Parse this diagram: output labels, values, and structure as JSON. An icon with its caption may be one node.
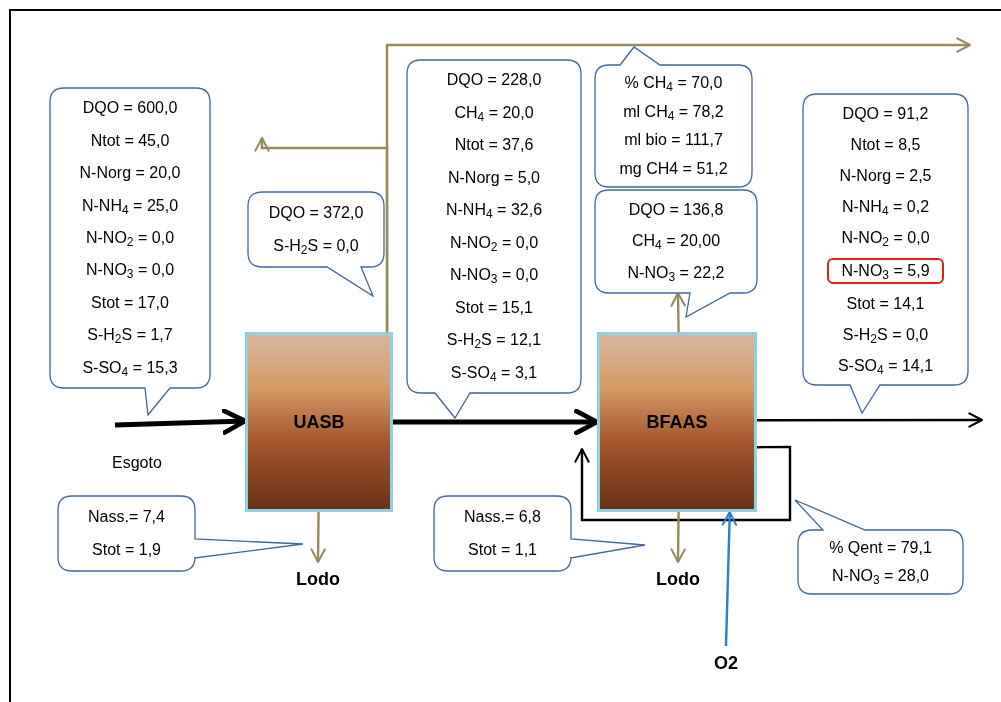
{
  "diagram": {
    "nodes": [
      {
        "text": [
          "UASB"
        ]
      },
      {
        "text": [
          "BFAAS"
        ]
      },
      {
        "text": [
          "DQO = 600,0",
          "Ntot = 45,0",
          "N-Norg = 20,0",
          "N-NH$_{4}$ = 25,0",
          "N-NO$_{2}$ = 0,0",
          "N-NO$_{3}$ = 0,0",
          "Stot = 17,0",
          "S-H$_{2}$S = 1,7",
          "S-SO$_{4}$ = 15,3"
        ]
      },
      {
        "text": [
          "DQO = 372,0",
          "S-H$_{2}$S = 0,0"
        ]
      },
      {
        "text": [
          "DQO = 228,0",
          "CH$_{4}$ = 20,0",
          "Ntot = 37,6",
          "N-Norg = 5,0",
          "N-NH$_{4}$ = 32,6",
          "N-NO$_{2}$ = 0,0",
          "N-NO$_{3}$ = 0,0",
          "Stot = 15,1",
          "S-H$_{2}$S = 12,1",
          "S-SO$_{4}$ = 3,1"
        ]
      },
      {
        "text": [
          "% CH$_{4}$ = 70,0",
          "ml CH$_{4}$ = 78,2",
          "ml bio = 111,7",
          "mg CH4 = 51,2"
        ]
      },
      {
        "text": [
          "DQO = 136,8",
          "CH$_{4}$ = 20,00",
          "N-NO$_{3}$ = 22,2"
        ]
      },
      {
        "text": [
          "DQO = 91,2",
          "Ntot = 8,5",
          "N-Norg = 2,5",
          "N-NH$_{4}$ = 0,2",
          "N-NO$_{2}$ = 0,0",
          "Stot = 14,1",
          "S-H$_{2}$S = 0,0",
          "S-SO$_{4}$ = 14,1"
        ]
      },
      {
        "text": [
          "N-NO$_{3}$ = 5,9"
        ],
        "in": 7
      },
      {
        "text": [
          "Nass.= 7,4",
          "Stot = 1,9"
        ]
      },
      {
        "text": [
          "Nass.= 6,8",
          "Stot = 1,1"
        ]
      },
      {
        "text": [
          "% Qent = 79,1",
          "N-NO$_{3}$ = 28,0"
        ]
      },
      {
        "text": [
          "Lodo"
        ]
      },
      {
        "text": [
          "Lodo"
        ]
      },
      {
        "text": [
          "O2"
        ]
      }
    ],
    "edges": [
      {
        "from": null,
        "to": 0,
        "arrow": "to",
        "style": "thick",
        "color": "#000000"
      },
      {
        "from": 0,
        "to": 1,
        "arrow": "to",
        "style": "thick",
        "color": "#000000"
      },
      {
        "from": 1,
        "to": null,
        "arrow": "to",
        "color": "#000000"
      },
      {
        "from": 1,
        "to": 1,
        "arrow": "to",
        "color": "#000000"
      },
      {
        "from": 0,
        "to": null,
        "arrow": "to",
        "color": "#968b5a"
      },
      {
        "from": 0,
        "to": null,
        "arrow": "to",
        "color": "#968b5a"
      },
      {
        "from": 1,
        "to": 6,
        "arrow": "to",
        "color": "#968b5a"
      },
      {
        "from": 0,
        "to": 12,
        "arrow": "to",
        "color": "#968b5a"
      },
      {
        "from": 1,
        "to": 13,
        "arrow": "to",
        "color": "#968b5a"
      },
      {
        "from": 14,
        "to": 1,
        "arrow": "to",
        "color": "#2a7fd0"
      }
    ],
    "labels": [
      "Esgoto"
    ]
  }
}
